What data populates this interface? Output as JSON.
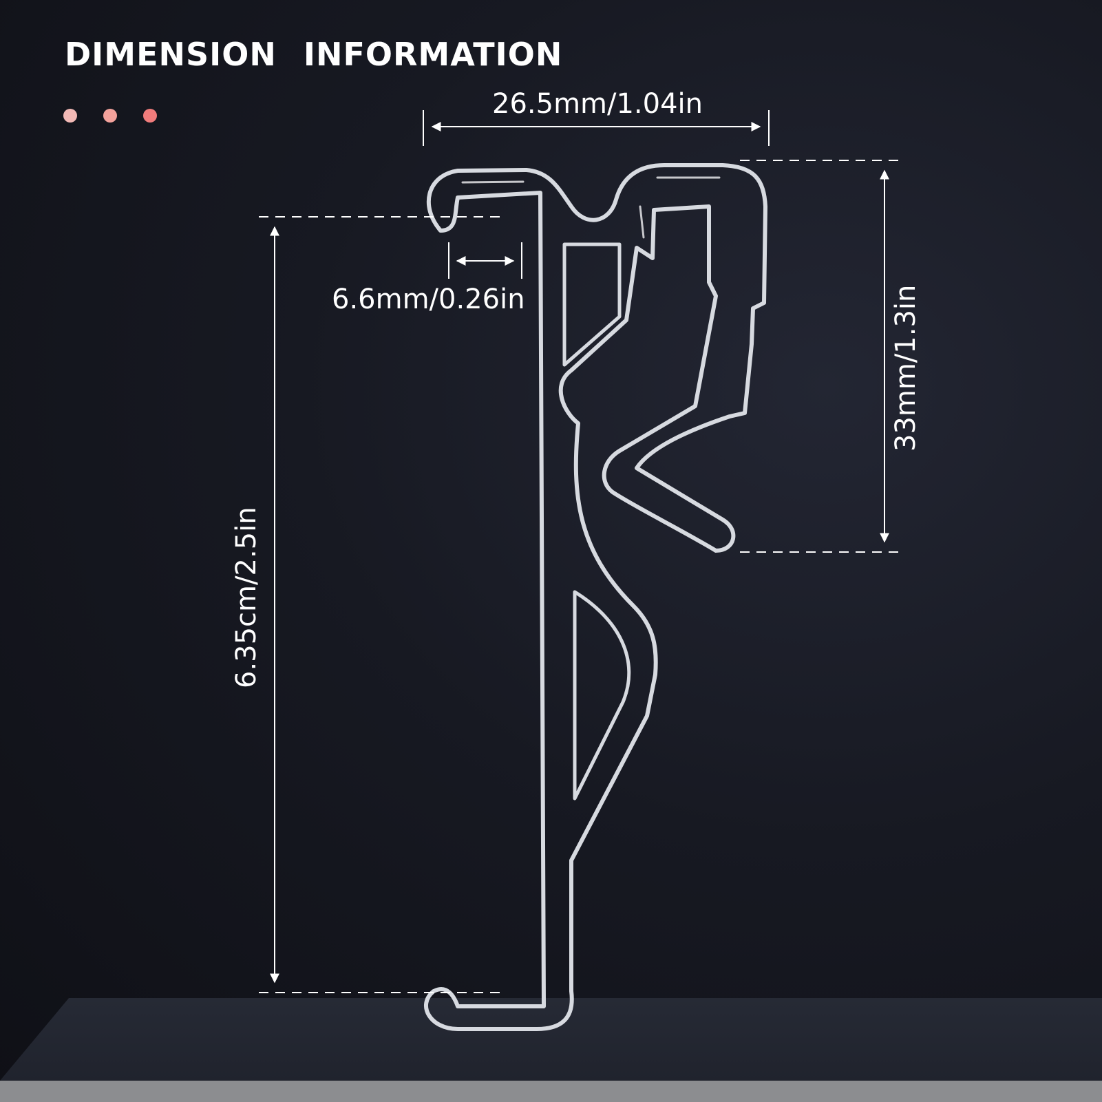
{
  "heading": "DIMENSION   INFORMATION",
  "dots": [
    "#f2b9b6",
    "#f3a29c",
    "#f07c7c"
  ],
  "dimensions": {
    "width": "26.5mm/1.04in",
    "gap": "6.6mm/0.26in",
    "height": "6.35cm/2.5in",
    "hook": "33mm/1.3in"
  },
  "colors": {
    "background": "#171922",
    "accent_line": "#ffffff",
    "clip": "#c9ccd2"
  }
}
